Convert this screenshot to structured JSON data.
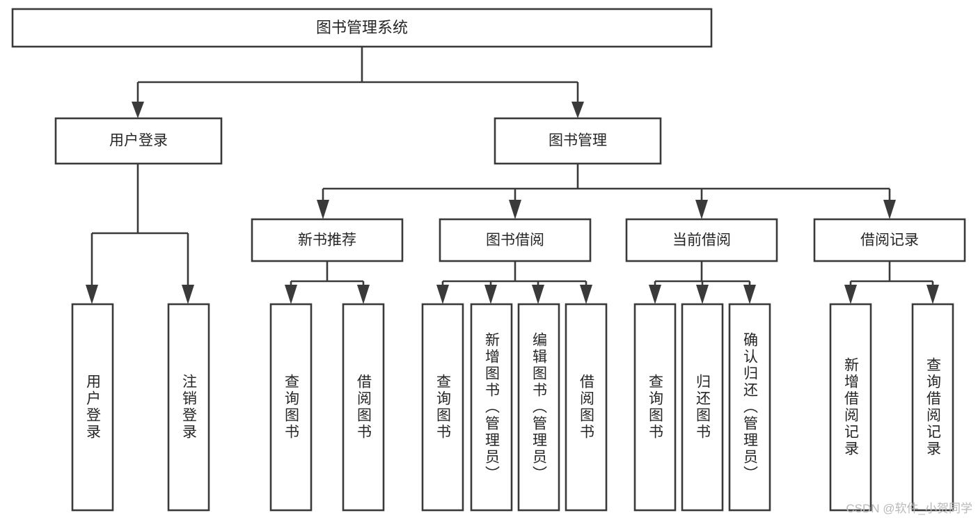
{
  "diagram": {
    "title": "图书管理系统",
    "type": "hierarchy-tree",
    "root": {
      "id": "root",
      "label": "图书管理系统",
      "orientation": "horizontal"
    },
    "level2": [
      {
        "id": "user-login",
        "label": "用户登录",
        "orientation": "horizontal"
      },
      {
        "id": "book-manage",
        "label": "图书管理",
        "orientation": "horizontal"
      }
    ],
    "level3": [
      {
        "id": "new-book-recommend",
        "label": "新书推荐",
        "orientation": "horizontal"
      },
      {
        "id": "book-borrow",
        "label": "图书借阅",
        "orientation": "horizontal"
      },
      {
        "id": "current-borrow",
        "label": "当前借阅",
        "orientation": "horizontal"
      },
      {
        "id": "borrow-record",
        "label": "借阅记录",
        "orientation": "horizontal"
      }
    ],
    "leaves": [
      {
        "id": "leaf-user-login",
        "label": "用户登录",
        "parent": "user-login",
        "orientation": "vertical"
      },
      {
        "id": "leaf-logout",
        "label": "注销登录",
        "parent": "user-login",
        "orientation": "vertical"
      },
      {
        "id": "leaf-query-book-1",
        "label": "查询图书",
        "parent": "new-book-recommend",
        "orientation": "vertical"
      },
      {
        "id": "leaf-borrow-book-1",
        "label": "借阅图书",
        "parent": "new-book-recommend",
        "orientation": "vertical"
      },
      {
        "id": "leaf-query-book-2",
        "label": "查询图书",
        "parent": "book-borrow",
        "orientation": "vertical"
      },
      {
        "id": "leaf-add-book",
        "label": "新增图书（管理员）",
        "parent": "book-borrow",
        "orientation": "vertical"
      },
      {
        "id": "leaf-edit-book",
        "label": "编辑图书（管理员）",
        "parent": "book-borrow",
        "orientation": "vertical"
      },
      {
        "id": "leaf-borrow-book-2",
        "label": "借阅图书",
        "parent": "book-borrow",
        "orientation": "vertical"
      },
      {
        "id": "leaf-query-book-3",
        "label": "查询图书",
        "parent": "current-borrow",
        "orientation": "vertical"
      },
      {
        "id": "leaf-return-book",
        "label": "归还图书",
        "parent": "current-borrow",
        "orientation": "vertical"
      },
      {
        "id": "leaf-confirm-return",
        "label": "确认归还（管理员）",
        "parent": "current-borrow",
        "orientation": "vertical"
      },
      {
        "id": "leaf-add-record",
        "label": "新增借阅记录",
        "parent": "borrow-record",
        "orientation": "vertical"
      },
      {
        "id": "leaf-query-record",
        "label": "查询借阅记录",
        "parent": "borrow-record",
        "orientation": "vertical"
      }
    ],
    "colors": {
      "box_stroke": "#3a3a3a",
      "box_fill": "#ffffff",
      "text": "#262626",
      "connector": "#3a3a3a",
      "watermark": "#b9b9b9",
      "background": "#ffffff"
    }
  },
  "watermark": {
    "text": "CSDN @软件_小贺同学"
  }
}
